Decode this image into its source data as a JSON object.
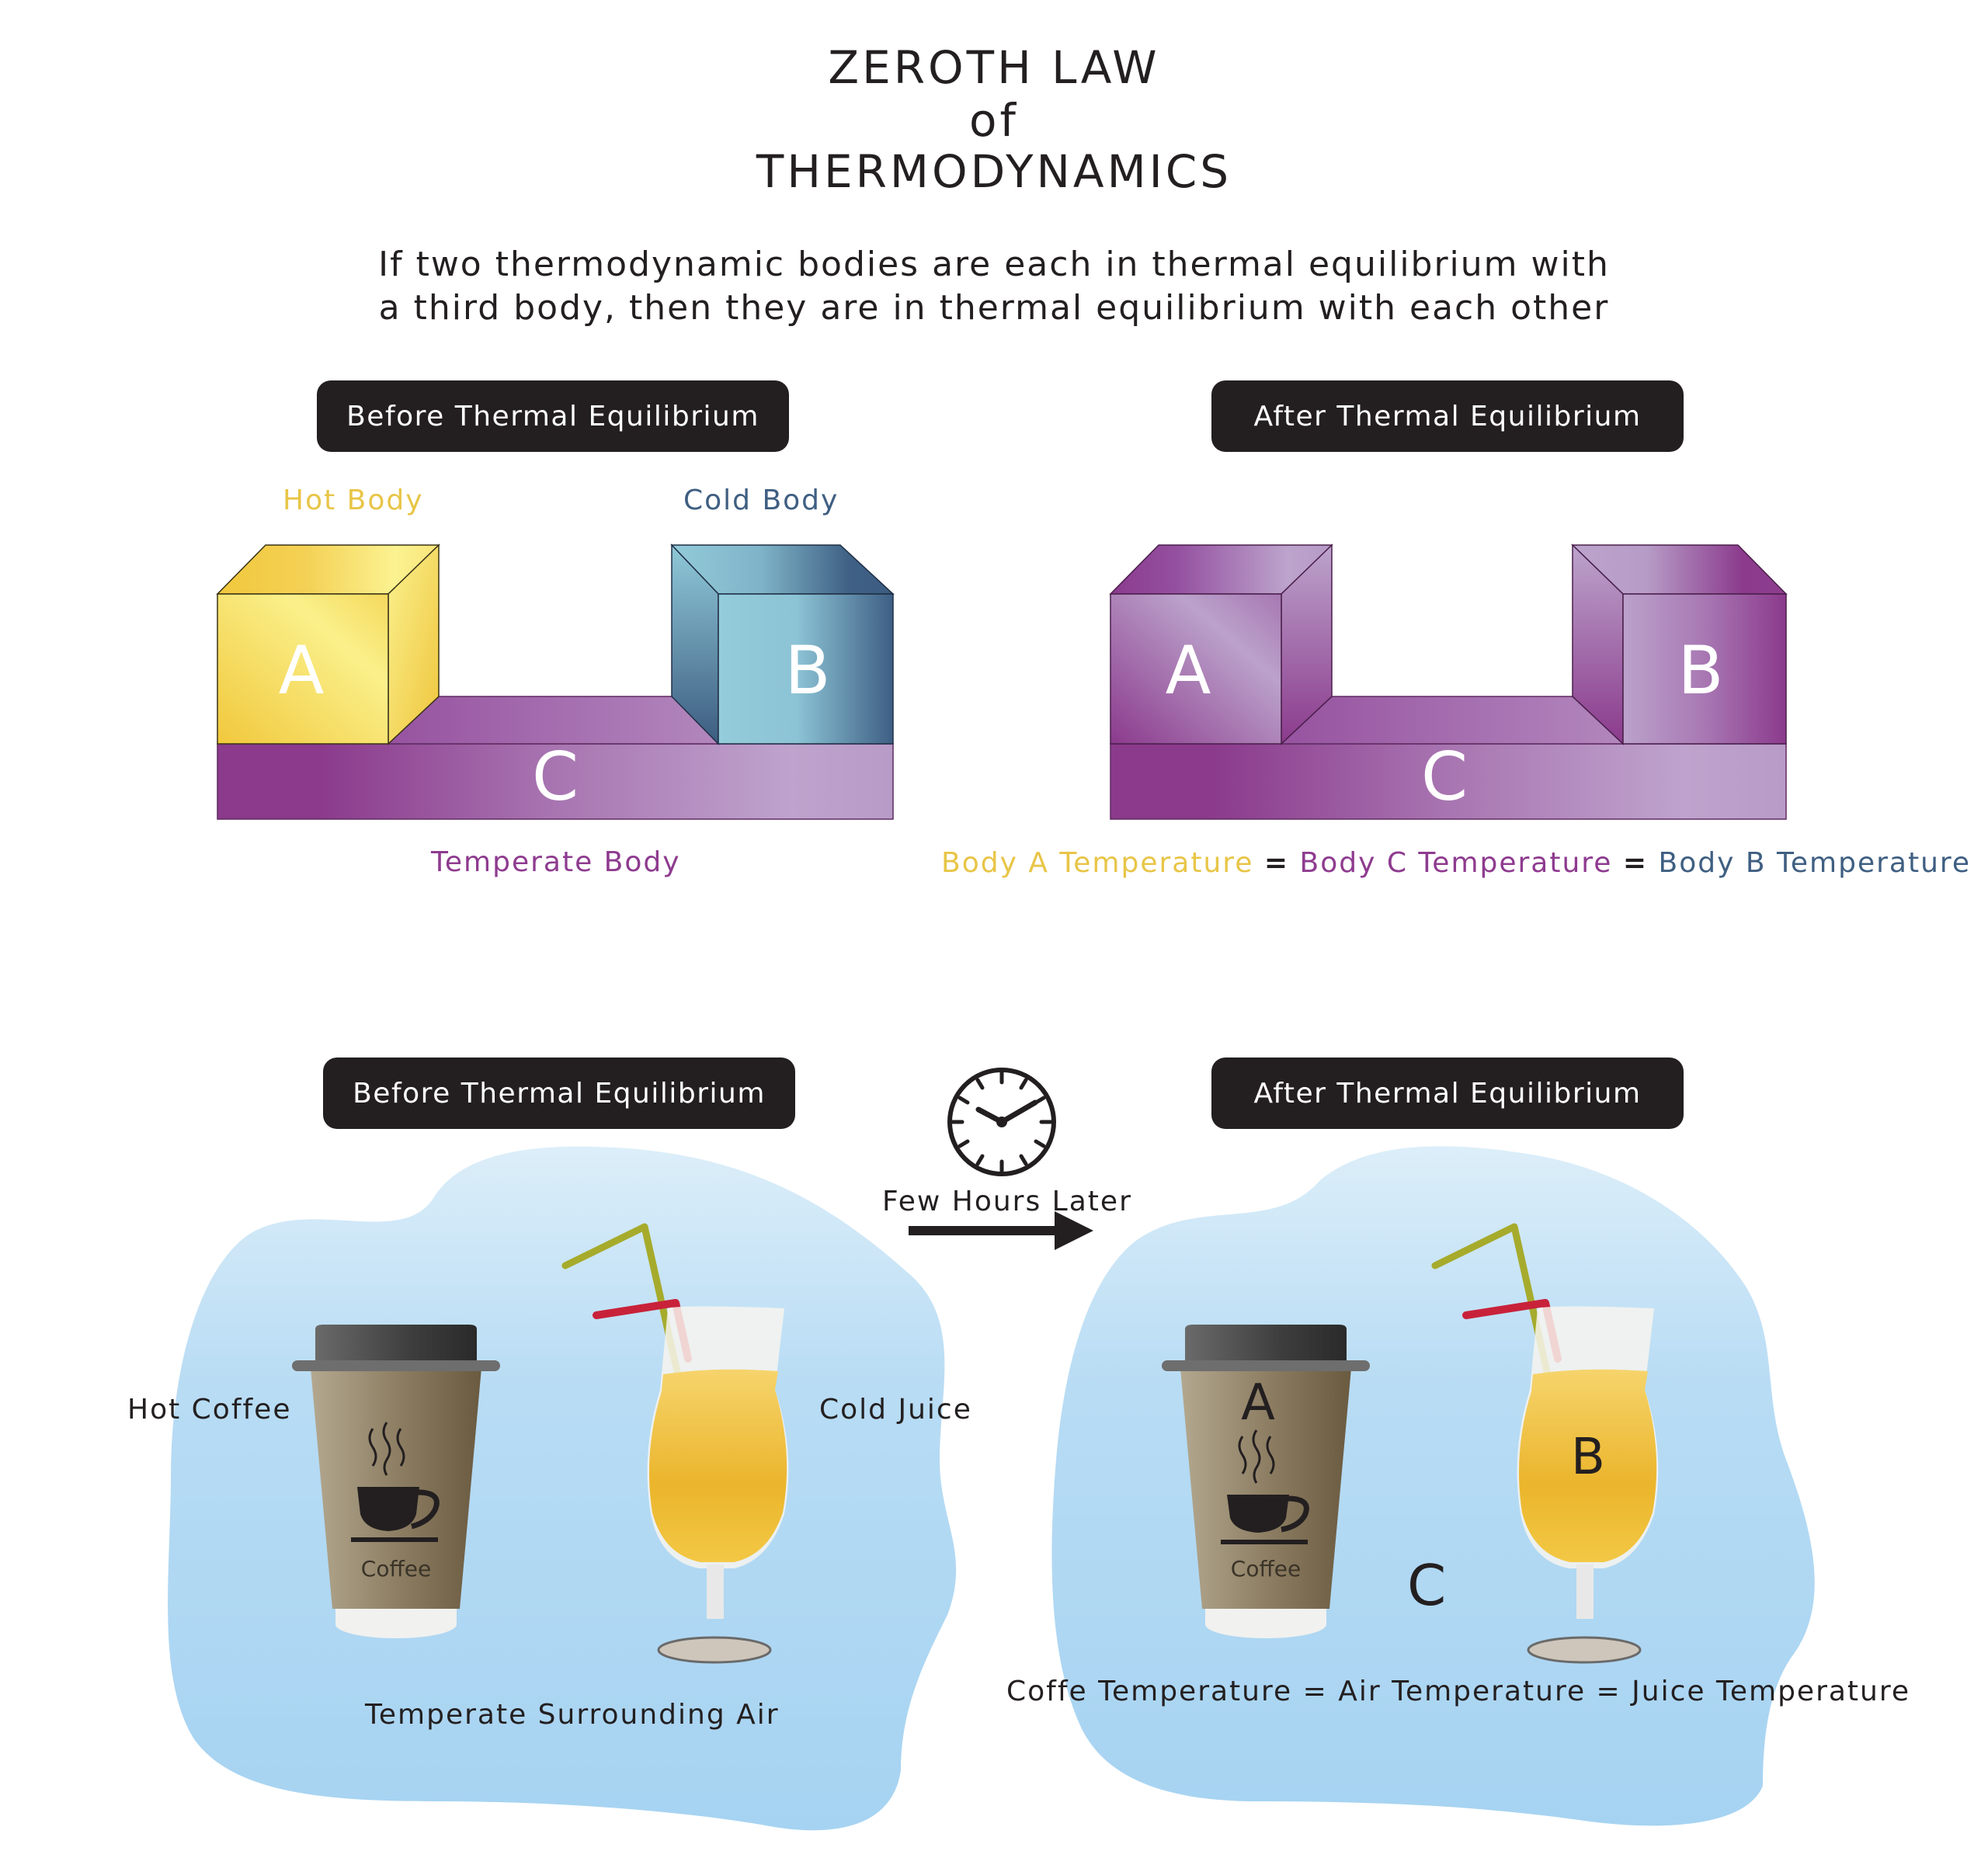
{
  "title": {
    "line1": "ZEROTH LAW",
    "line2": "of",
    "line3": "THERMODYNAMICS"
  },
  "statement": {
    "line1": "If two thermodynamic bodies are each in thermal equilibrium with",
    "line2": "a third body, then they are in thermal equilibrium with each other"
  },
  "blocks_diagram": {
    "before": {
      "heading": "Before Thermal Equilibrium",
      "hot_label": "Hot Body",
      "cold_label": "Cold Body",
      "temperate_label": "Temperate Body",
      "block_a": "A",
      "block_b": "B",
      "block_c": "C"
    },
    "after": {
      "heading": "After Thermal Equilibrium",
      "block_a": "A",
      "block_b": "B",
      "block_c": "C",
      "equation": {
        "part1": "Body A Temperature",
        "eq1": "=",
        "part2": "Body C Temperature",
        "eq2": "=",
        "part3": "Body B Temperature"
      }
    }
  },
  "drinks_diagram": {
    "before": {
      "heading": "Before Thermal Equilibrium",
      "hot_label": "Hot Coffee",
      "cold_label": "Cold Juice",
      "air_label": "Temperate Surrounding Air",
      "cup_text": "Coffee"
    },
    "transition": {
      "label": "Few Hours Later",
      "icon": "clock-icon",
      "arrow": "arrow-right-icon"
    },
    "after": {
      "heading": "After Thermal Equilibrium",
      "cup_letter": "A",
      "glass_letter": "B",
      "air_letter": "C",
      "cup_text": "Coffee",
      "equation": "Coffe Temperature = Air Temperature = Juice Temperature"
    }
  },
  "colors": {
    "hot": "#e8c547",
    "cold": "#3f5f82",
    "temperate": "#8e3b8f",
    "dark": "#231f20",
    "sky_top": "#d6ebf8",
    "sky_bottom": "#a8d4f2"
  }
}
